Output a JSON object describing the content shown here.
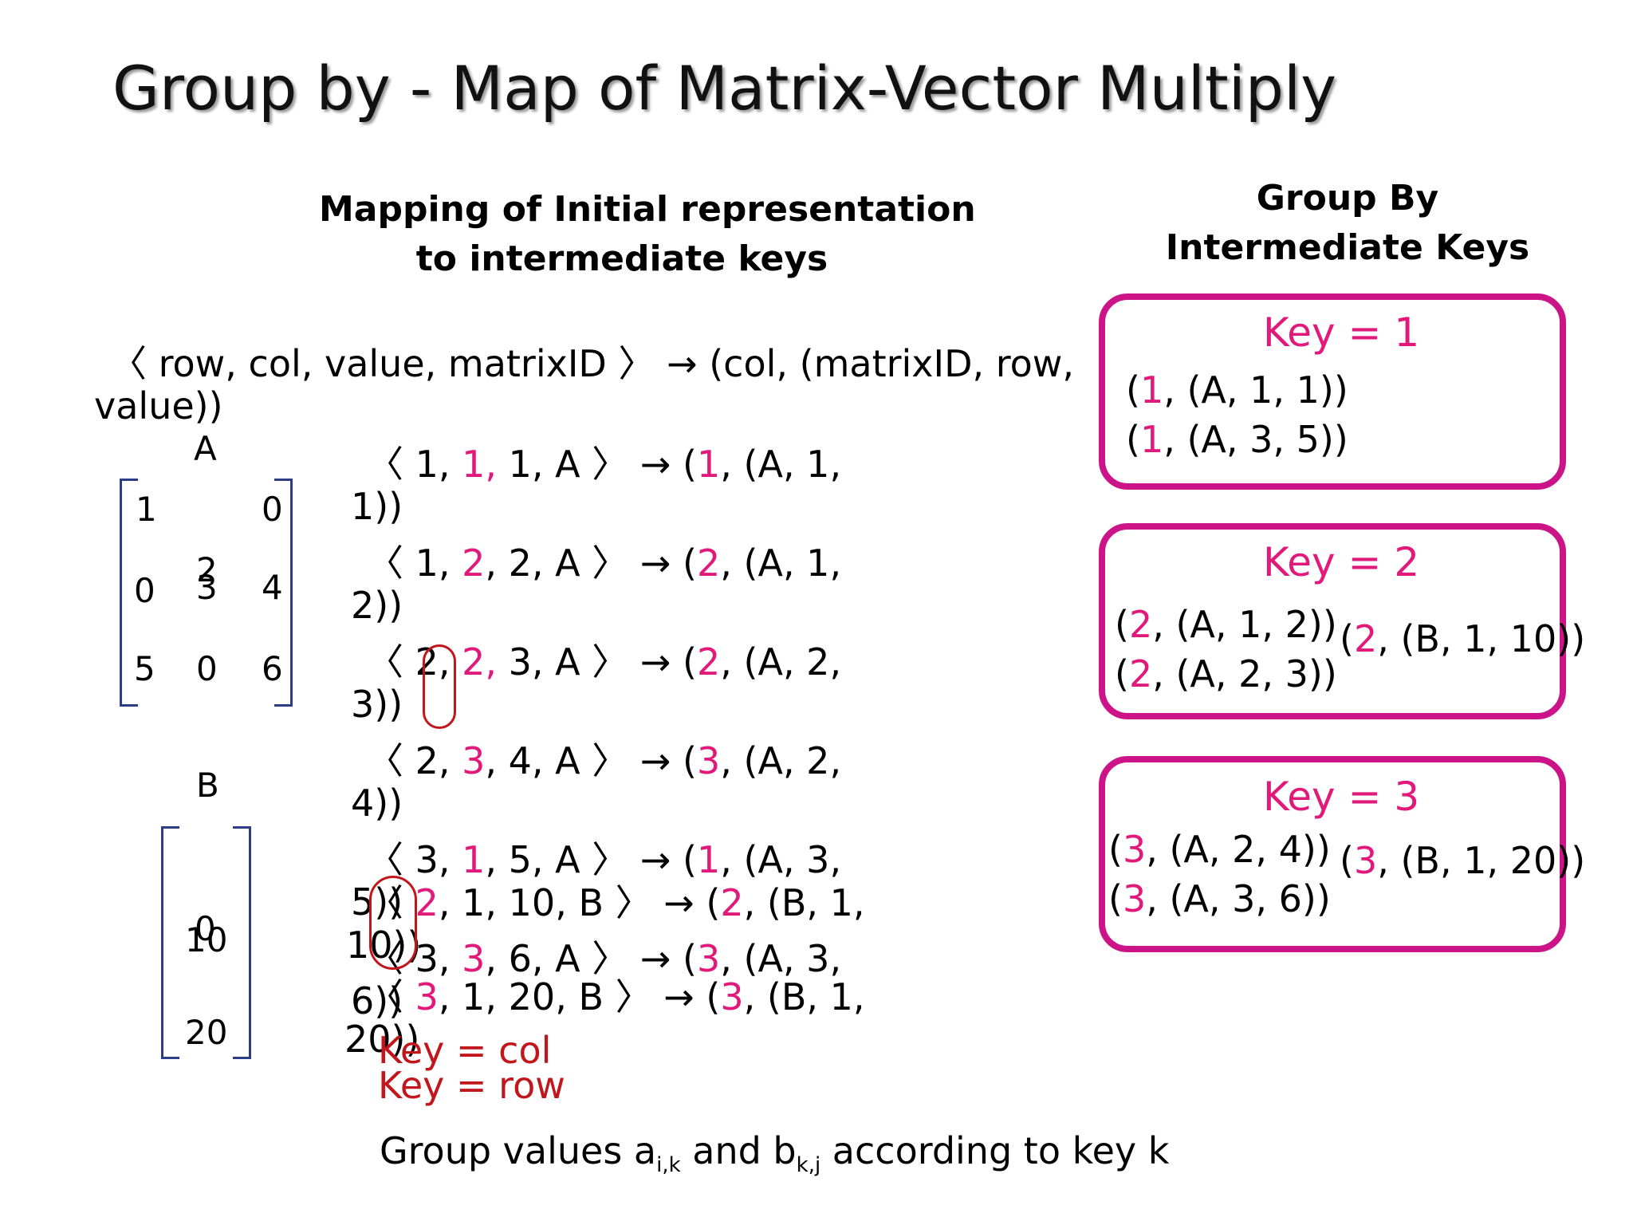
{
  "title": "Group by - Map of Matrix-Vector Multiply",
  "mapping_heading": [
    "Mapping of Initial representation",
    "to intermediate keys"
  ],
  "groupby_heading": [
    "Group By",
    "Intermediate Keys"
  ],
  "formula": {
    "line1": "〈 row, col, value, matrixID 〉 →  (col, (matrixID, row,",
    "line2": "value))"
  },
  "matrix_a": {
    "label": "A",
    "cells": [
      "1",
      "0",
      "2",
      "0",
      "3",
      "4",
      "5",
      "0",
      "6"
    ]
  },
  "matrix_b": {
    "label": "B",
    "cells": [
      "0",
      "10",
      "20"
    ]
  },
  "mappings": [
    {
      "a": "〈 1, ",
      "b": "1,",
      "c": " 1, A 〉 →  (",
      "d": "1",
      "e": ", (A, 1,",
      "wrap": "1))"
    },
    {
      "a": "〈 1, ",
      "b": "2",
      "c": ", 2, A 〉 →  (",
      "d": "2",
      "e": ", (A, 1,",
      "wrap": "2))"
    },
    {
      "a": "〈 2, ",
      "b": "2,",
      "c": " 3, A 〉 →  (",
      "d": "2",
      "e": ", (A, 2,",
      "wrap": "3))"
    },
    {
      "a": "〈 2, ",
      "b": "3",
      "c": ", 4, A 〉 →  (",
      "d": "3",
      "e": ", (A, 2,",
      "wrap": "4))"
    },
    {
      "a": "〈 3, ",
      "b": "1",
      "c": ", 5, A 〉 →  (",
      "d": "1",
      "e": ", (A, 3,",
      "wrap": "5))"
    },
    {
      "a": "〈 ",
      "b": "2",
      "c": ", 1, 10, B 〉 →  (",
      "d": "2",
      "e": ", (B, 1,",
      "wrap": "10))"
    },
    {
      "a": "〈 3, ",
      "b": "3",
      "c": ", 6, A 〉 →  (",
      "d": "3",
      "e": ", (A, 3,",
      "wrap": "6))"
    },
    {
      "a": "〈 ",
      "b": "3",
      "c": ", 1, 20, B 〉 →  (",
      "d": "3",
      "e": ", (B, 1,",
      "wrap": "20))"
    }
  ],
  "key_notes": {
    "col": "Key = col",
    "row": "Key = row"
  },
  "footer": {
    "prefix": "Group values a",
    "sub1": "i,k",
    "mid": " and b",
    "sub2": "k,j",
    "suffix": " according to key k"
  },
  "groups": [
    {
      "label": "Key = 1",
      "entries": [
        {
          "key": "1",
          "rest": ", (A, 1, 1))"
        },
        {
          "key": "1",
          "rest": ", (A, 3, 5))"
        }
      ],
      "side": null
    },
    {
      "label": "Key = 2",
      "entries": [
        {
          "key": "2",
          "rest": ", (A, 1, 2))"
        },
        {
          "key": "2",
          "rest": ", (A, 2, 3))"
        }
      ],
      "side": {
        "key": "2",
        "rest": ", (B, 1, 10))"
      }
    },
    {
      "label": "Key = 3",
      "entries": [
        {
          "key": "3",
          "rest": ", (A, 2, 4))"
        },
        {
          "key": "3",
          "rest": ", (A, 3, 6))"
        }
      ],
      "side": {
        "key": "3",
        "rest": ", (B, 1, 20))"
      }
    }
  ],
  "colors": {
    "key_pink": "#e0197a",
    "box_border": "#cc1488",
    "note_red": "#c0161c",
    "bracket_blue": "#2c3e86"
  }
}
